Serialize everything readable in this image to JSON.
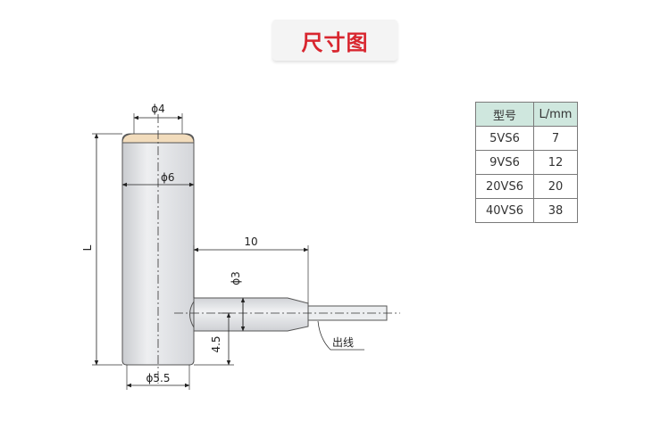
{
  "title": "尺寸图",
  "colors": {
    "title": "#d8262f",
    "table_header_bg": "#cfe7de",
    "tip": "#f2dcbc",
    "body": "#e6e7ea"
  },
  "dimensions": {
    "tip_diameter": "ϕ4",
    "body_diameter": "ϕ6",
    "base_diameter": "ϕ5.5",
    "length": "L",
    "arm_length": "10",
    "arm_diameter": "ϕ3",
    "arm_height": "4.5",
    "cable_label": "出线"
  },
  "table": {
    "headers": [
      "型号",
      "L/mm"
    ],
    "rows": [
      [
        "5VS6",
        "7"
      ],
      [
        "9VS6",
        "12"
      ],
      [
        "20VS6",
        "20"
      ],
      [
        "40VS6",
        "38"
      ]
    ]
  }
}
